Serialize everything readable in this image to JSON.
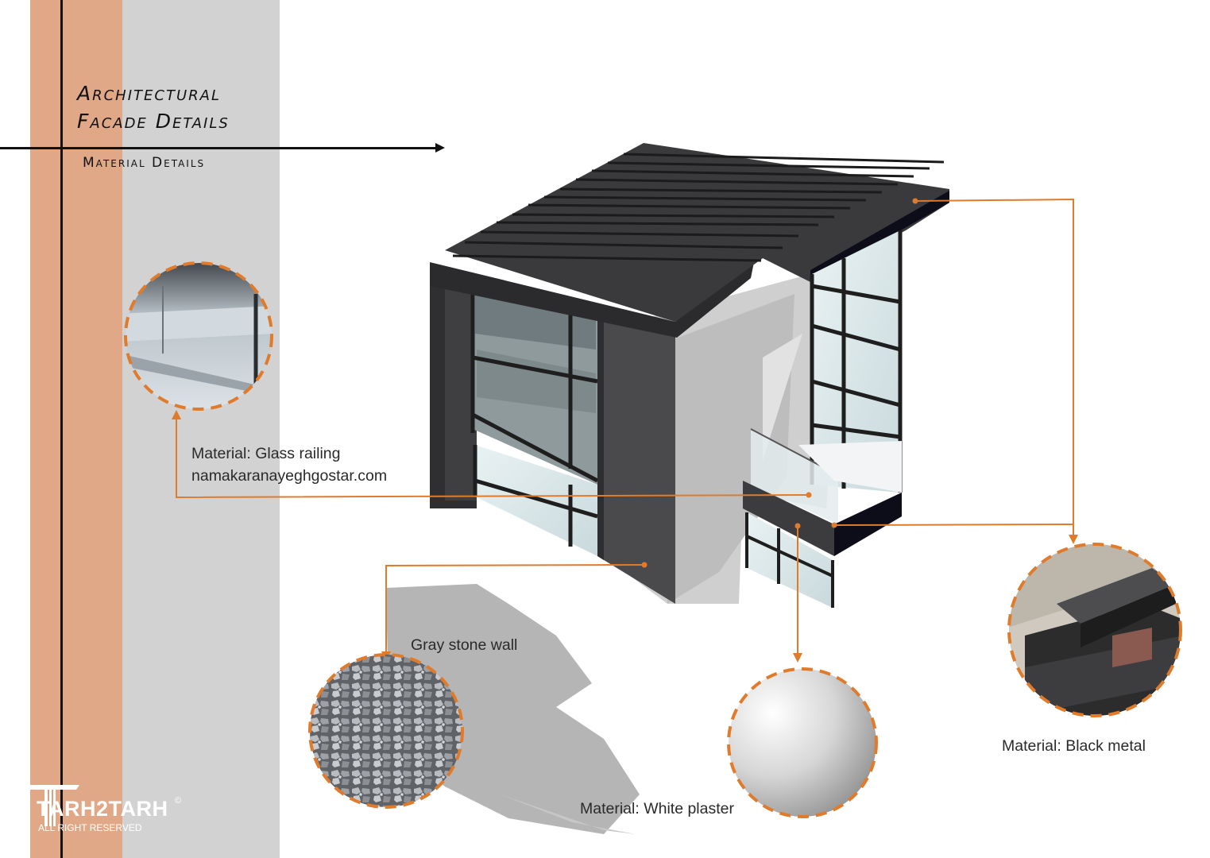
{
  "header": {
    "title_line1": "Architectural",
    "title_line2": "Facade Details",
    "subtitle": "Material Details"
  },
  "callouts": {
    "glass_railing": {
      "label": "Material: Glass railing",
      "source": "namakaranayeghgostar.com"
    },
    "stone_wall": {
      "label": "Gray stone wall"
    },
    "white_plaster": {
      "label": "Material: White plaster"
    },
    "black_metal": {
      "label": "Material: Black metal"
    }
  },
  "logo": {
    "name": "TARH2TARH",
    "rights": "ALL RIGHT RESERVED",
    "mark": "©"
  },
  "colors": {
    "accent_orange": "#E07B2C",
    "band_orange": "#E0A886",
    "band_gray": "#D2D2D2",
    "dark_facade": "#3a3a3c"
  }
}
